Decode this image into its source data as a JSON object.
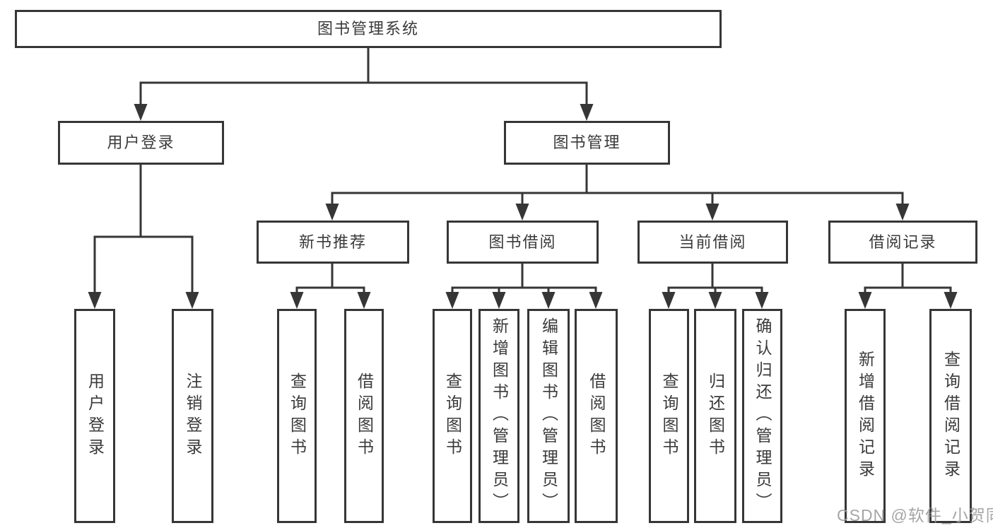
{
  "tree": {
    "root": {
      "label": "图书管理系统"
    },
    "level1": [
      {
        "label": "用户登录",
        "children": [
          {
            "label": "用户登录"
          },
          {
            "label": "注销登录"
          }
        ]
      },
      {
        "label": "图书管理",
        "children": [
          {
            "label": "新书推荐",
            "children": [
              {
                "label": "查询图书"
              },
              {
                "label": "借阅图书"
              }
            ]
          },
          {
            "label": "图书借阅",
            "children": [
              {
                "label": "查询图书"
              },
              {
                "label": "新增图书（管理员）"
              },
              {
                "label": "编辑图书（管理员）"
              },
              {
                "label": "借阅图书"
              }
            ]
          },
          {
            "label": "当前借阅",
            "children": [
              {
                "label": "查询图书"
              },
              {
                "label": "归还图书"
              },
              {
                "label": "确认归还（管理员）"
              }
            ]
          },
          {
            "label": "借阅记录",
            "children": [
              {
                "label": "新增借阅记录"
              },
              {
                "label": "查询借阅记录"
              }
            ]
          }
        ]
      }
    ]
  },
  "watermark": {
    "text": "CSDN @软件_小贺同学"
  },
  "colors": {
    "line": "#363636",
    "text": "#3a3a3a",
    "watermark": "#9e9e9e",
    "background": "#ffffff"
  }
}
